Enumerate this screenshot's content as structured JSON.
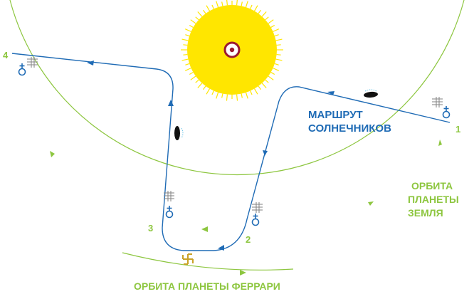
{
  "labels": {
    "route_line1": "МАРШРУТ",
    "route_line2": "СОЛНЕЧНИКОВ",
    "earth_orbit_line1": "ОРБИТА",
    "earth_orbit_line2": "ПЛАНЕТЫ",
    "earth_orbit_line3": "ЗЕМЛЯ",
    "ferrari_orbit": "ОРБИТА ПЛАНЕТЫ ФЕРРАРИ"
  },
  "points": [
    {
      "id": "1",
      "label": "1"
    },
    {
      "id": "2",
      "label": "2"
    },
    {
      "id": "3",
      "label": "3"
    },
    {
      "id": "4",
      "label": "4"
    }
  ],
  "icons": {
    "sun": "sun-symbol-icon",
    "venus": "venus-symbol-icon",
    "pylon": "power-pylon-icon",
    "ship": "saucer-ship-icon",
    "swastika": "swastika-symbol-icon"
  },
  "colors": {
    "route": "#1f6bb5",
    "orbit": "#8dc63f",
    "sun_fill": "#ffe600",
    "sun_center": "#9b1b30",
    "swastika": "#c9a227",
    "pylon": "#888888"
  }
}
